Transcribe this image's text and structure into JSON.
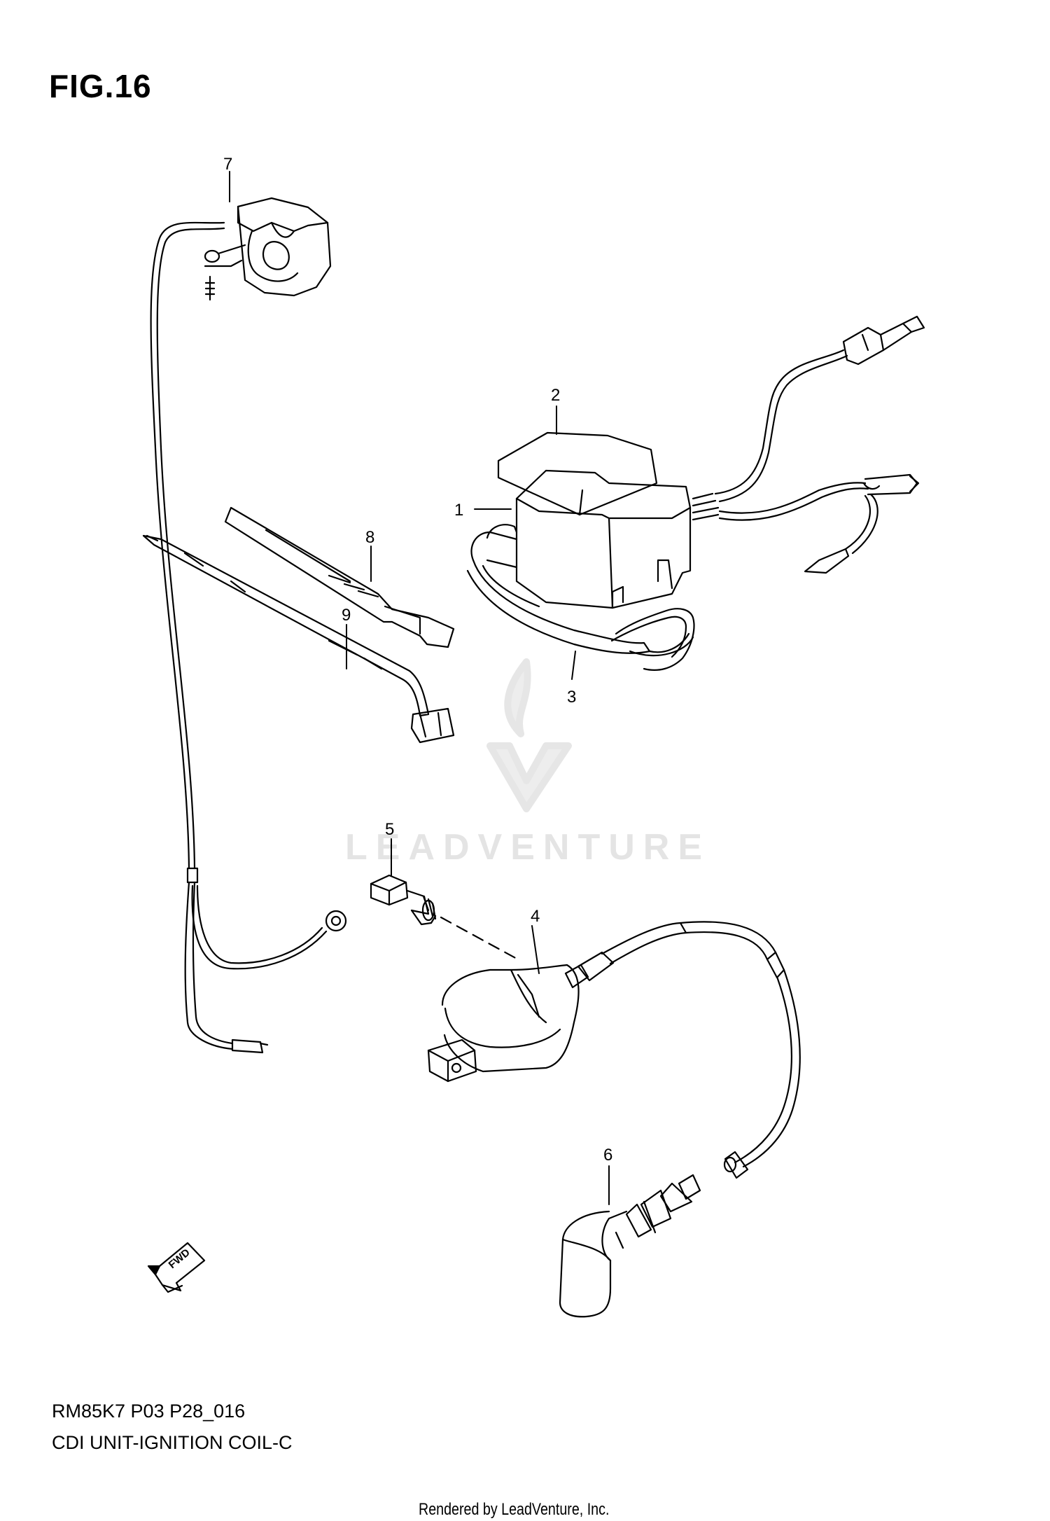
{
  "figure": {
    "title": "FIG.16"
  },
  "callouts": [
    {
      "id": "1",
      "label": "1"
    },
    {
      "id": "2",
      "label": "2"
    },
    {
      "id": "3",
      "label": "3"
    },
    {
      "id": "4",
      "label": "4"
    },
    {
      "id": "5",
      "label": "5"
    },
    {
      "id": "6",
      "label": "6"
    },
    {
      "id": "7",
      "label": "7"
    },
    {
      "id": "8",
      "label": "8"
    },
    {
      "id": "9",
      "label": "9"
    }
  ],
  "forward_arrow": {
    "label": "FWD"
  },
  "watermark": {
    "text": "LEADVENTURE"
  },
  "footer": {
    "model_code": "RM85K7 P03 P28_016",
    "figure_name": "CDI UNIT-IGNITION COIL-C",
    "credit": "Rendered by LeadVenture, Inc."
  },
  "colors": {
    "line": "#000000",
    "watermark": "#e4e4e4",
    "background": "#ffffff"
  }
}
